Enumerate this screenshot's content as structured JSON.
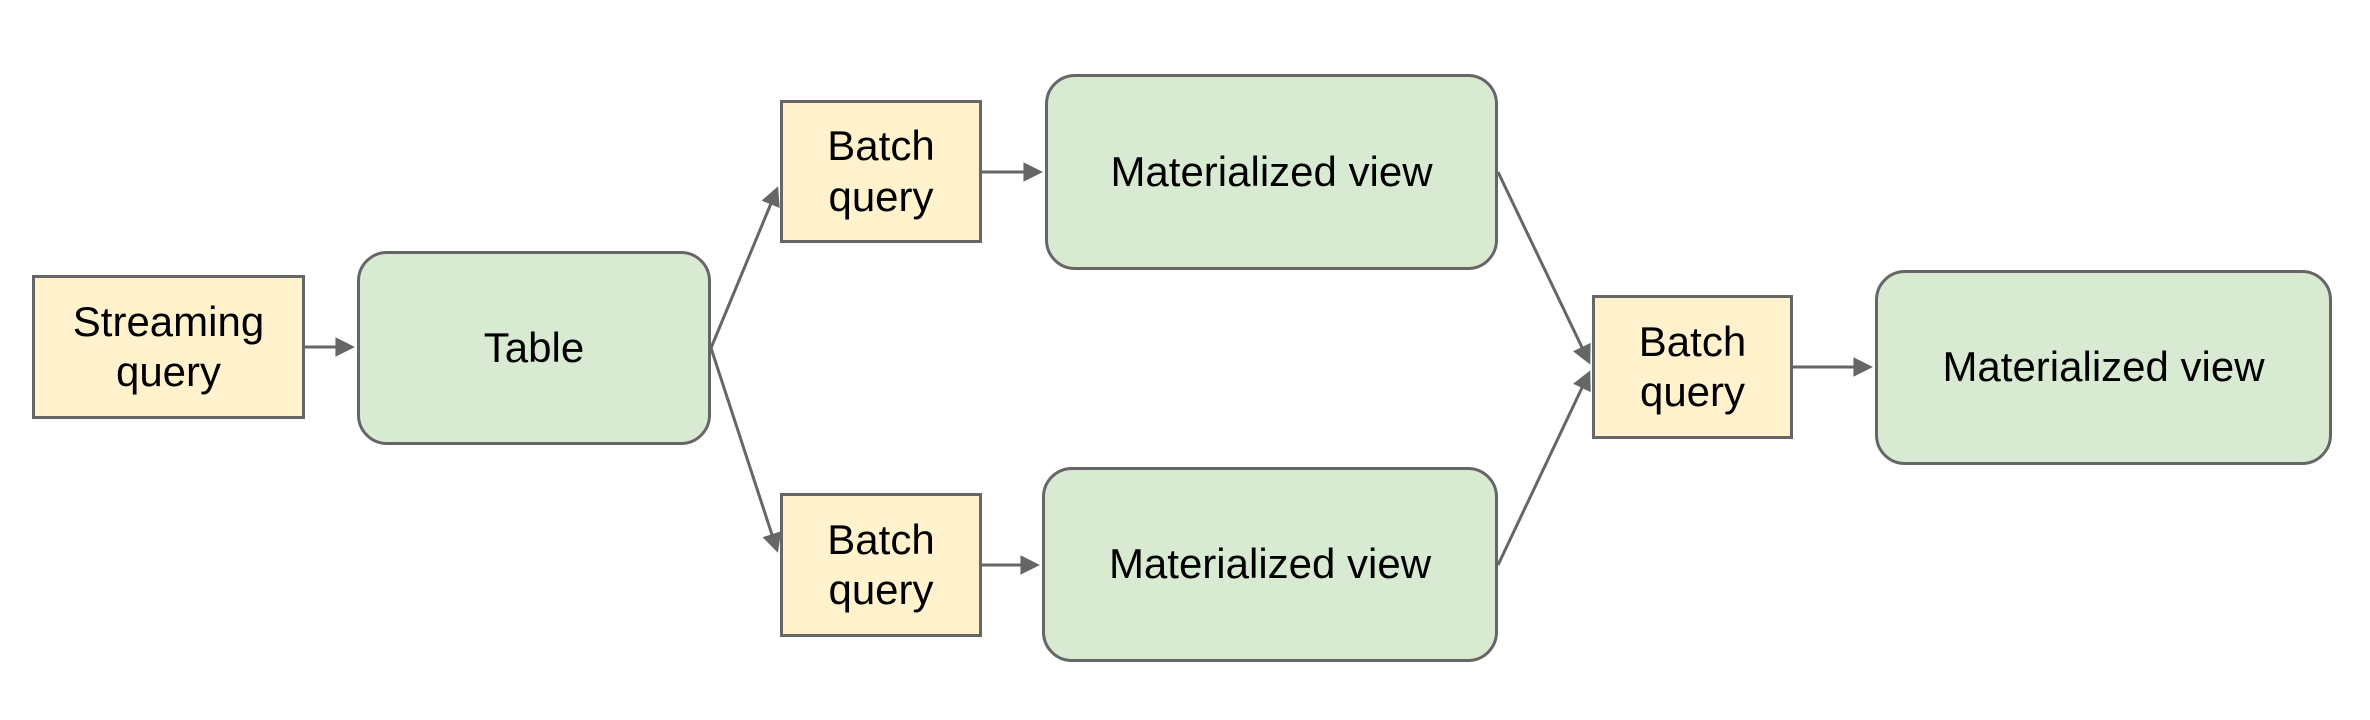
{
  "diagram_type": "flowchart",
  "colors": {
    "background": "#ffffff",
    "query_box_fill": "#fff2cc",
    "view_box_fill": "#d9ead3",
    "box_border": "#666666",
    "arrow": "#666666",
    "text": "#000000"
  },
  "nodes": {
    "streaming_query": {
      "label": "Streaming query",
      "shape": "rectangle"
    },
    "table": {
      "label": "Table",
      "shape": "rounded-rectangle"
    },
    "batch_query_top": {
      "label": "Batch query",
      "shape": "rectangle"
    },
    "materialized_view_top": {
      "label": "Materialized view",
      "shape": "rounded-rectangle"
    },
    "batch_query_bottom": {
      "label": "Batch query",
      "shape": "rectangle"
    },
    "materialized_view_bottom": {
      "label": "Materialized view",
      "shape": "rounded-rectangle"
    },
    "batch_query_right": {
      "label": "Batch query",
      "shape": "rectangle"
    },
    "materialized_view_right": {
      "label": "Materialized view",
      "shape": "rounded-rectangle"
    }
  },
  "edges": [
    {
      "from": "streaming_query",
      "to": "table"
    },
    {
      "from": "table",
      "to": "batch_query_top"
    },
    {
      "from": "table",
      "to": "batch_query_bottom"
    },
    {
      "from": "batch_query_top",
      "to": "materialized_view_top"
    },
    {
      "from": "batch_query_bottom",
      "to": "materialized_view_bottom"
    },
    {
      "from": "materialized_view_top",
      "to": "batch_query_right"
    },
    {
      "from": "materialized_view_bottom",
      "to": "batch_query_right"
    },
    {
      "from": "batch_query_right",
      "to": "materialized_view_right"
    }
  ]
}
